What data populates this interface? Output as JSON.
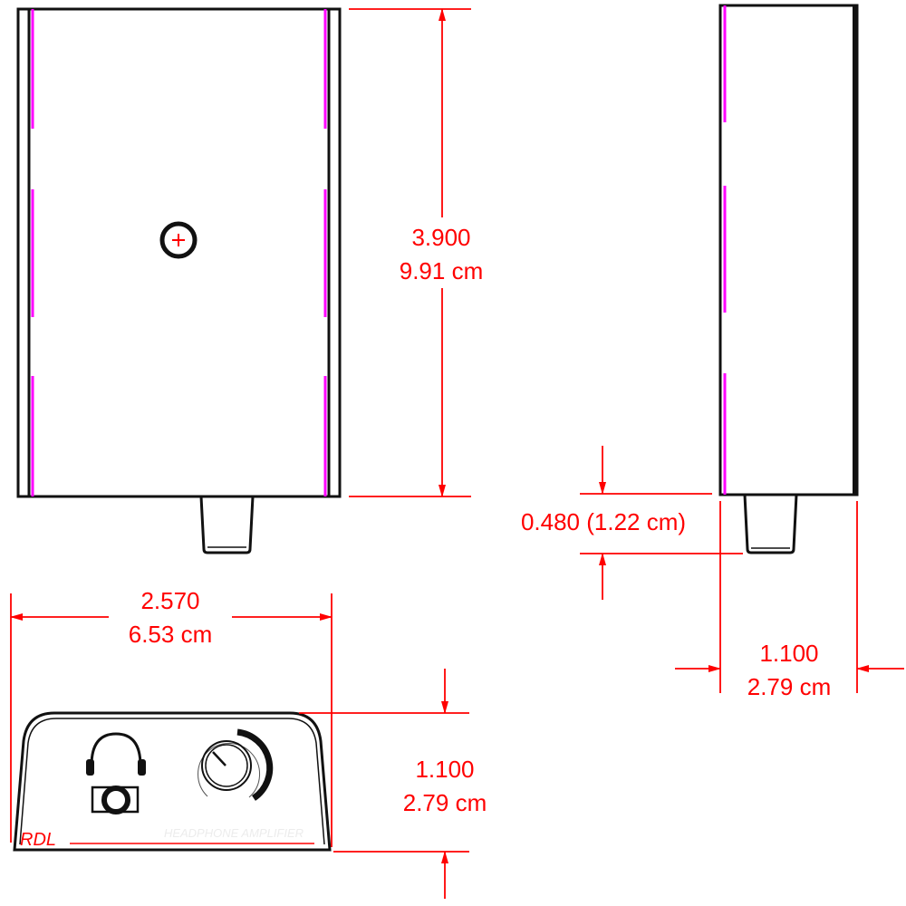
{
  "colors": {
    "dimension": "#ff0000",
    "outline": "#111111",
    "slot_marks": "#ff00ff"
  },
  "dimensions": {
    "top_length": {
      "inches": "3.900",
      "cm": "9.91 cm"
    },
    "connector_protrusion": {
      "label": "0.480 (1.22 cm)"
    },
    "side_width": {
      "inches": "1.100",
      "cm": "2.79 cm"
    },
    "front_width": {
      "inches": "2.570",
      "cm": "6.53 cm"
    },
    "front_height": {
      "inches": "1.100",
      "cm": "2.79 cm"
    }
  },
  "front_panel": {
    "brand": "RDL",
    "product_label": "HEADPHONE AMPLIFIER",
    "icons": [
      "headphone-icon",
      "headphone-jack-icon",
      "volume-knob-icon"
    ]
  }
}
